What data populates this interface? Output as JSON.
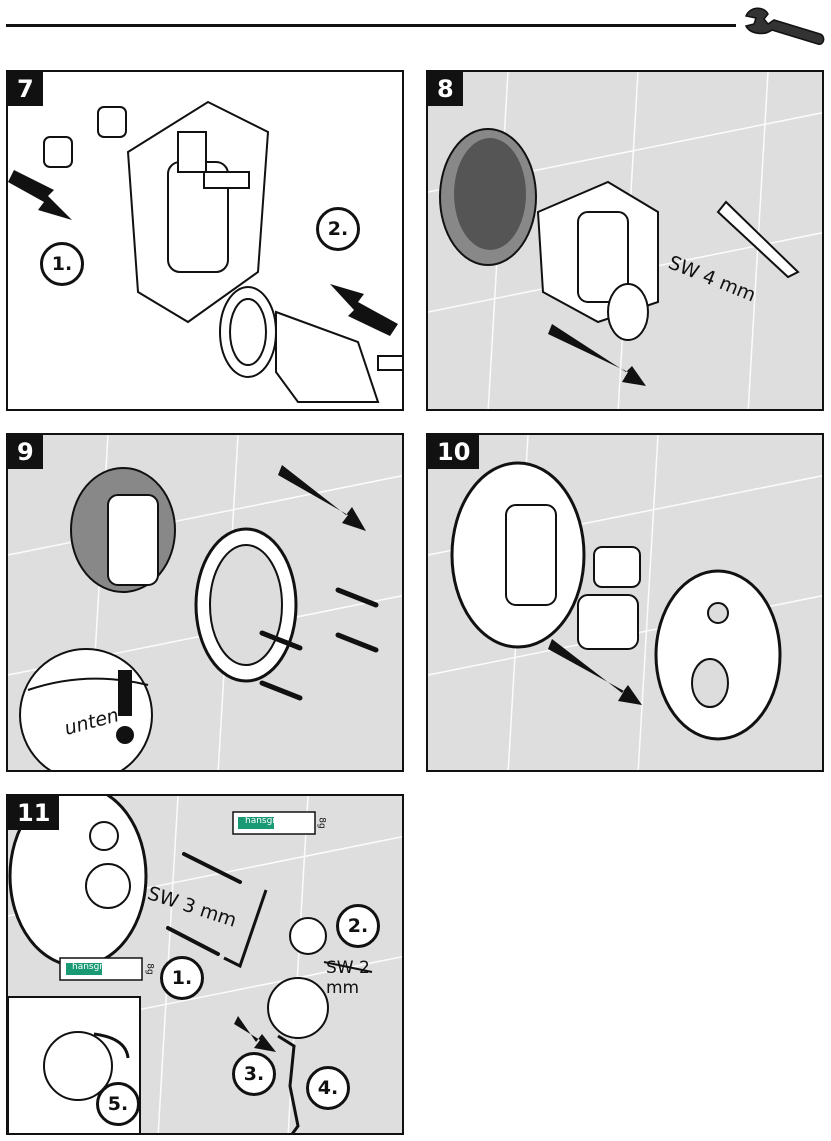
{
  "header": {
    "icon": "wrench-icon"
  },
  "panels": [
    {
      "number": "7",
      "steps": [
        "1.",
        "2."
      ]
    },
    {
      "number": "8",
      "tool_label": "SW 4 mm"
    },
    {
      "number": "9",
      "callout": "unten"
    },
    {
      "number": "10"
    },
    {
      "number": "11",
      "steps": [
        "1.",
        "2.",
        "3.",
        "4.",
        "5."
      ],
      "tool_labels": [
        "SW 3 mm",
        "SW 2 mm"
      ],
      "tube_brand": "hansgrohe",
      "tube_size": "8g"
    }
  ],
  "colors": {
    "ink": "#111111",
    "tile": "#dedede",
    "grease_tube_band": "#1a9a74"
  }
}
